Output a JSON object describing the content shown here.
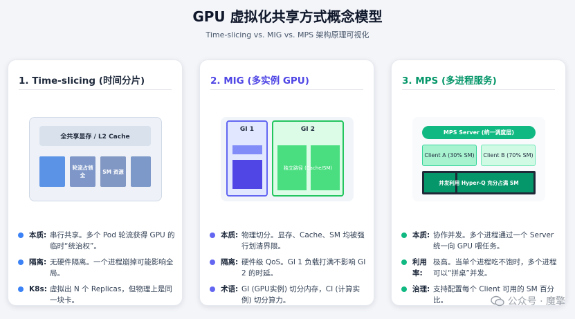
{
  "header": {
    "title": "GPU 虚拟化共享方式概念模型",
    "subtitle": "Time-slicing vs. MIG vs. MPS 架构原理可视化"
  },
  "cards": [
    {
      "title": "1. Time-slicing (时间分片)",
      "accent": "#3b82f6",
      "viz": {
        "memory_label": "全共享显存 / L2 Cache",
        "blocks": [
          "",
          "轮流占领全",
          "SM 资源",
          ""
        ]
      },
      "bullets": [
        {
          "key": "本质:",
          "text": "串行共享。多个 Pod 轮流获得 GPU 的临时“统治权”。"
        },
        {
          "key": "隔离:",
          "text": "无硬件隔离。一个进程崩掉可能影响全局。"
        },
        {
          "key": "K8s:",
          "text": "虚拟出 N 个 Replicas，但物理上是同一块卡。"
        }
      ]
    },
    {
      "title": "2. MIG (多实例 GPU)",
      "accent": "#4f46e5",
      "viz": {
        "gi1_label": "GI 1",
        "gi2_label": "GI 2",
        "gi2_path_label": "独立路径 (Cache/SM)"
      },
      "bullets": [
        {
          "key": "本质:",
          "text": "物理切分。显存、Cache、SM 均被强行划清界限。"
        },
        {
          "key": "隔离:",
          "text": "硬件级 QoS。GI 1 负载打满不影响 GI 2 的时延。"
        },
        {
          "key": "术语:",
          "text": "GI (GPU实例) 切分内存，CI (计算实例) 切分算力。"
        }
      ]
    },
    {
      "title": "3. MPS (多进程服务)",
      "accent": "#059669",
      "viz": {
        "server_label": "MPS Server (统一调度层)",
        "client_a": "Client A (30% SM)",
        "client_b": "Client B (70% SM)",
        "hyperq_label": "并发利用 Hyper-Q 充分占满 SM"
      },
      "bullets": [
        {
          "key": "本质:",
          "text": "协作并发。多个进程通过一个 Server 统一向 GPU 喂任务。"
        },
        {
          "key": "利用率:",
          "text": "极高。当单个进程吃不饱时，多个进程可以“拼桌”并发。"
        },
        {
          "key": "治理:",
          "text": "支持配置每个 Client 可用的 SM 百分比。"
        }
      ]
    }
  ],
  "watermark": {
    "text": "公众号 · 魔擎"
  }
}
